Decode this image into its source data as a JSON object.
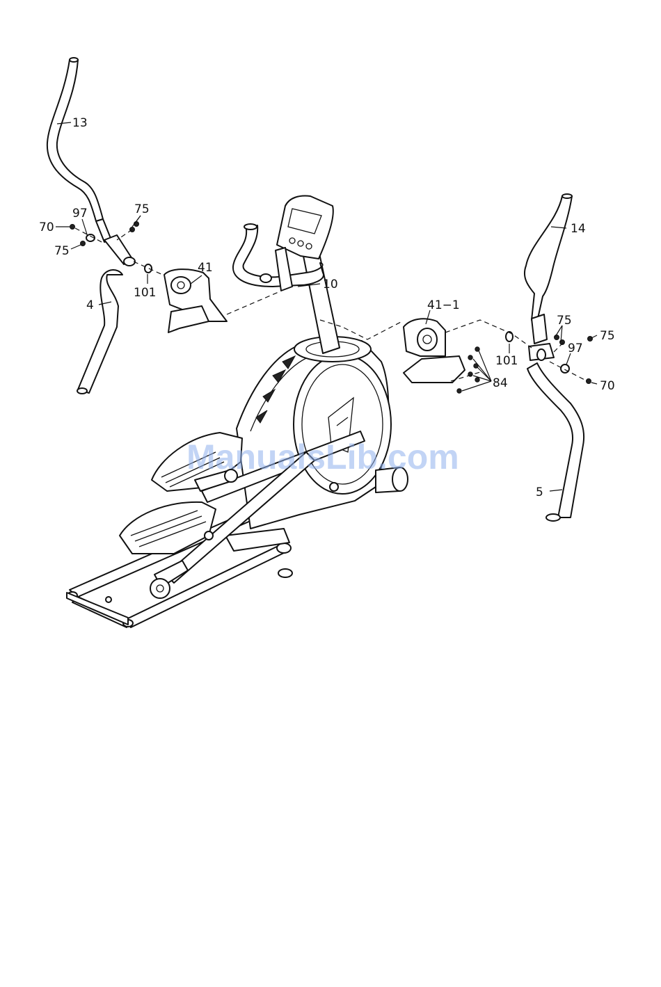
{
  "labels": {
    "p13": "13",
    "p97_left": "97",
    "p75_left_top": "75",
    "p70_left": "70",
    "p75_left_bottom": "75",
    "p41": "41",
    "p101_left": "101",
    "p4": "4",
    "p10": "10",
    "p14": "14",
    "p41_1": "41−1",
    "p75_right_a": "75",
    "p75_right_b": "75",
    "p101_right": "101",
    "p97_right": "97",
    "p84": "84",
    "p70_right": "70",
    "p5": "5"
  },
  "watermark": "ManualsLib.com"
}
